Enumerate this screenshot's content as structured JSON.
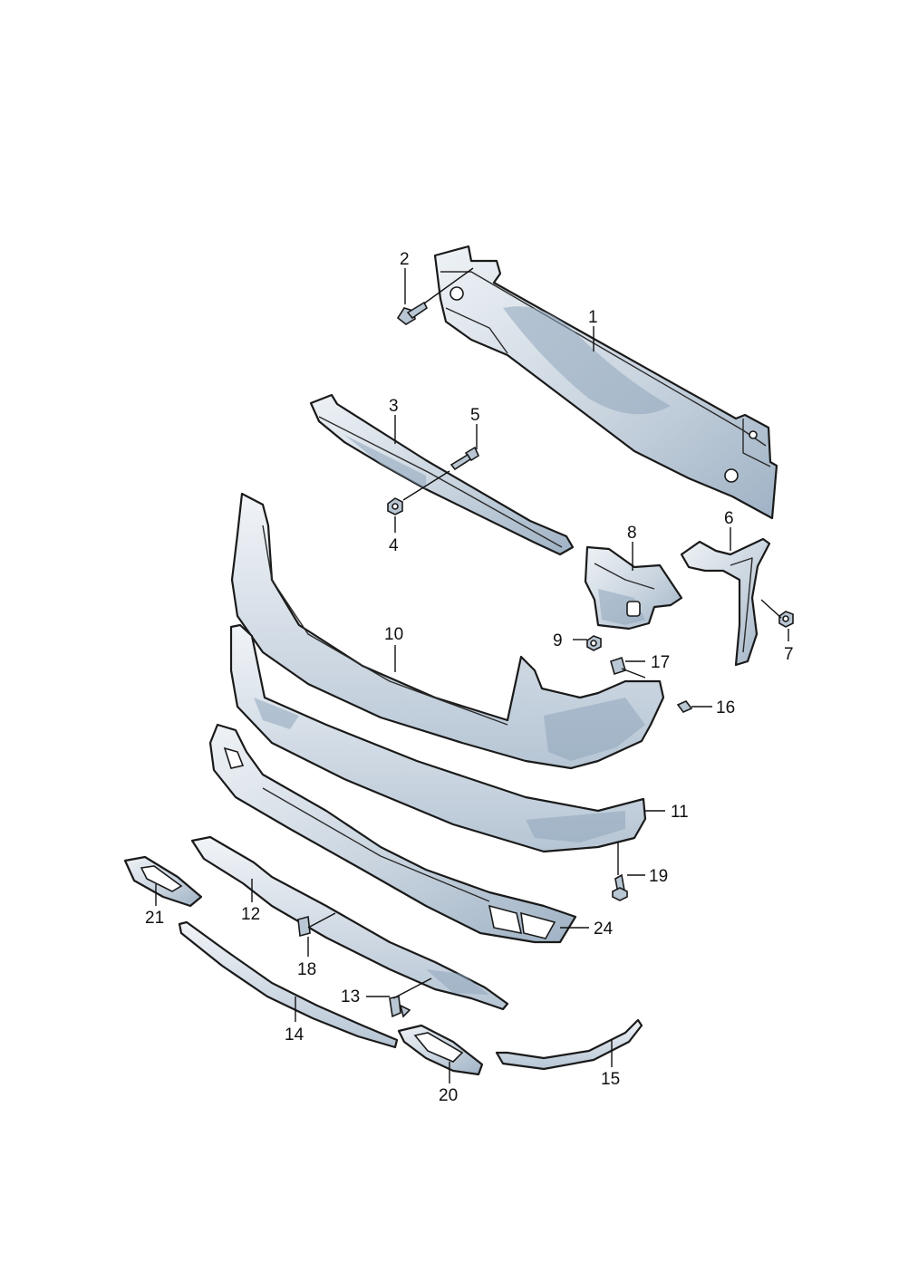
{
  "callouts": [
    {
      "id": "c1",
      "label": "1"
    },
    {
      "id": "c2",
      "label": "2"
    },
    {
      "id": "c3",
      "label": "3"
    },
    {
      "id": "c4",
      "label": "4"
    },
    {
      "id": "c5",
      "label": "5"
    },
    {
      "id": "c6",
      "label": "6"
    },
    {
      "id": "c7",
      "label": "7"
    },
    {
      "id": "c8",
      "label": "8"
    },
    {
      "id": "c9",
      "label": "9"
    },
    {
      "id": "c10",
      "label": "10"
    },
    {
      "id": "c11",
      "label": "11"
    },
    {
      "id": "c12",
      "label": "12"
    },
    {
      "id": "c13",
      "label": "13"
    },
    {
      "id": "c14",
      "label": "14"
    },
    {
      "id": "c15",
      "label": "15"
    },
    {
      "id": "c16",
      "label": "16"
    },
    {
      "id": "c17",
      "label": "17"
    },
    {
      "id": "c18",
      "label": "18"
    },
    {
      "id": "c19",
      "label": "19"
    },
    {
      "id": "c20",
      "label": "20"
    },
    {
      "id": "c21",
      "label": "21"
    },
    {
      "id": "c24",
      "label": "24"
    }
  ],
  "colors": {
    "part_fill_light": "#e3e9f0",
    "part_fill_dark": "#a9bacb",
    "outline": "#1a1a1a",
    "background": "#ffffff"
  }
}
